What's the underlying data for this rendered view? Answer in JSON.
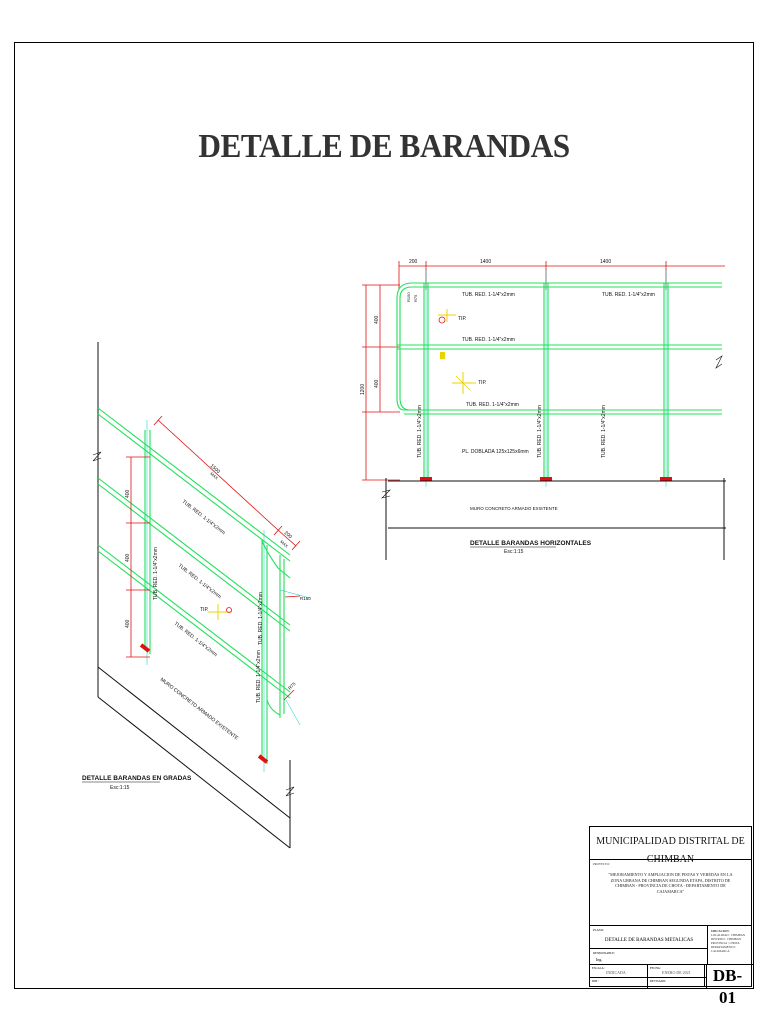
{
  "sheet": {
    "title": "DETALLE DE BARANDAS"
  },
  "stair_detail": {
    "dim_length": "1500",
    "dim_length_sub": "MAX",
    "dim_end": "200",
    "dim_end_sub": "MAX",
    "dim_rise_1": "400",
    "dim_rise_2": "400",
    "dim_rise_3": "400",
    "pipe_label_1": "TUB. RED. 1-1/4\"x2mm",
    "pipe_label_2": "TUB. RED. 1-1/4\"x2mm",
    "pipe_label_3": "TUB. RED. 1-1/4\"x2mm",
    "post_label_1": "TUB. RED. 1-1/4\"x2mm",
    "post_label_2": "TUB. RED. 1-1/4\"x2mm",
    "post_label_3": "TUB. RED. 1-1/4\"x2mm",
    "radius_1": "R150",
    "radius_2": "R75",
    "tip_label": "TIP.",
    "wall_label": "MURO CONCRETO ARMADO EXISTENTE",
    "caption": "DETALLE BARANDAS EN GRADAS",
    "scale": "Esc:1:15"
  },
  "horizontal_detail": {
    "dim_1": "200",
    "dim_2": "1400",
    "dim_3": "1400",
    "height_total": "1200",
    "height_1": "400",
    "height_2": "400",
    "radius_1": "R150",
    "radius_2": "R75",
    "pipe_top_left": "TUB. RED. 1-1/4\"x2mm",
    "pipe_top_right": "TUB. RED. 1-1/4\"x2mm",
    "pipe_mid": "TUB. RED. 1-1/4\"x2mm",
    "pipe_low": "TUB. RED. 1-1/4\"x2mm",
    "post_1": "TUB. RED. 1-1/4\"x2mm",
    "post_2": "TUB. RED. 1-1/4\"x2mm",
    "post_3": "TUB. RED. 1-1/4\"x2mm",
    "tip_1": "TIP.",
    "tip_2": "TIP.",
    "plate_label": "PL. DOBLADA 125x125x6mm",
    "wall_label": "MURO CONCRETO ARMADO EXISTENTE",
    "caption": "DETALLE BARANDAS HORIZONTALES",
    "scale": "Esc:1:15"
  },
  "title_block": {
    "municipality": "MUNICIPALIDAD DISTRITAL DE CHIMBAN",
    "project_label": "PROYECTO:",
    "project": "\"MEJORAMIENTO Y AMPLIACION DE PISTAS Y VEREDAS EN LA ZONA URBANA DE CHIMBAN SEGUNDA ETAPA, DISTRITO DE CHIMBAN - PROVINCIA DE CHOTA - DEPARTAMENTO DE CAJAMARCA\"",
    "plano_label": "PLANO:",
    "plano": "DETALLE DE BARANDAS METALICAS",
    "ubicacion_label": "UBICACION:",
    "ubicacion": "LOCALIDAD : CHIMBAN\nDISTRITO : CHIMBAN\nPROVINCIA : CHOTA\nDEPARTAMENTO : CAJAMARCA",
    "resp_label": "RESPONSABLE:",
    "resp": "Ing.",
    "escala_label": "ESCALA:",
    "escala": "INDICADA",
    "fecha_label": "FECHA:",
    "fecha": "ENERO DE 2021",
    "dib_label": "DIB.:",
    "rev_label": "REVISADO:",
    "code": "DB-01"
  },
  "colors": {
    "pipe": "#22e05a",
    "dimension": "#e01010",
    "axis": "#00c8c8",
    "tip": "#e8d400"
  }
}
